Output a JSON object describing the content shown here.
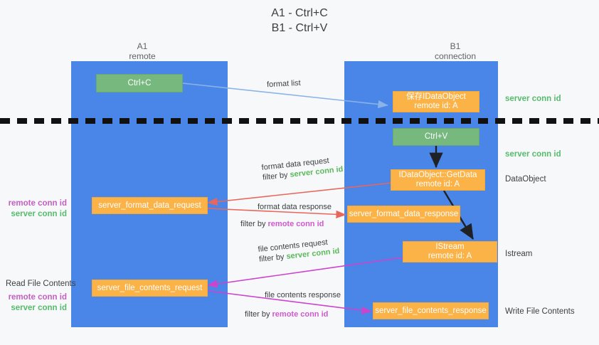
{
  "title": "A1 - Ctrl+C\nB1 - Ctrl+V",
  "columns": [
    {
      "name": "A1",
      "role": "remote",
      "label": "A1\nremote"
    },
    {
      "name": "B1",
      "role": "connection",
      "label": "B1\nconnection"
    }
  ],
  "nodes": {
    "ctrl_c": {
      "label": "Ctrl+C",
      "color": "green"
    },
    "save_idataobject": {
      "label": "保存IDataObject\nremote id: A",
      "color": "orange"
    },
    "ctrl_v": {
      "label": "Ctrl+V",
      "color": "green"
    },
    "getdata": {
      "label": "IDataObject::GetData\nremote id: A",
      "color": "orange"
    },
    "format_request": {
      "label": "server_format_data_request",
      "color": "orange"
    },
    "format_response": {
      "label": "server_format_data_response",
      "color": "orange"
    },
    "istream": {
      "label": "IStream\nremote id: A",
      "color": "orange"
    },
    "file_request": {
      "label": "server_file_contents_request",
      "color": "orange"
    },
    "file_response": {
      "label": "server_file_contents_response",
      "color": "orange"
    }
  },
  "edges": {
    "format_list": {
      "line1": "format list"
    },
    "format_data_req": {
      "line1": "format data request",
      "filter_prefix": "filter by ",
      "filter_value": "server conn id",
      "filter_color": "green"
    },
    "format_data_resp": {
      "line1": "format data response",
      "filter_prefix": "filter by ",
      "filter_value": "remote conn id",
      "filter_color": "magenta"
    },
    "file_contents_req": {
      "line1": "file contents request",
      "filter_prefix": "filter by ",
      "filter_value": "server conn id",
      "filter_color": "green"
    },
    "file_contents_resp": {
      "line1": "file contents response",
      "filter_prefix": "filter by ",
      "filter_value": "remote conn id",
      "filter_color": "magenta"
    }
  },
  "annotations": {
    "right_top": {
      "text": "server conn id",
      "color": "green"
    },
    "right_second": {
      "text": "server conn id",
      "color": "green"
    },
    "right_dataobject": {
      "text": "DataObject",
      "color": "plain"
    },
    "right_istream": {
      "text": "Istream",
      "color": "plain"
    },
    "right_write_file": {
      "text": "Write File Contents",
      "color": "plain"
    },
    "left_mid": {
      "remote": "remote conn id",
      "server": "server conn id"
    },
    "left_read_title": "Read File Contents",
    "left_bottom": {
      "remote": "remote conn id",
      "server": "server conn id"
    }
  },
  "colors": {
    "lane": "#4a86e8",
    "green_box": "#76b87d",
    "orange_box": "#fbb247",
    "green_text": "#57bb6e",
    "magenta_text": "#c45ec4",
    "arrow_blue": "#8ab4e8",
    "arrow_red": "#e8665c",
    "arrow_magenta": "#cc44cc",
    "arrow_black": "#202124",
    "background": "#f7f8f9"
  }
}
